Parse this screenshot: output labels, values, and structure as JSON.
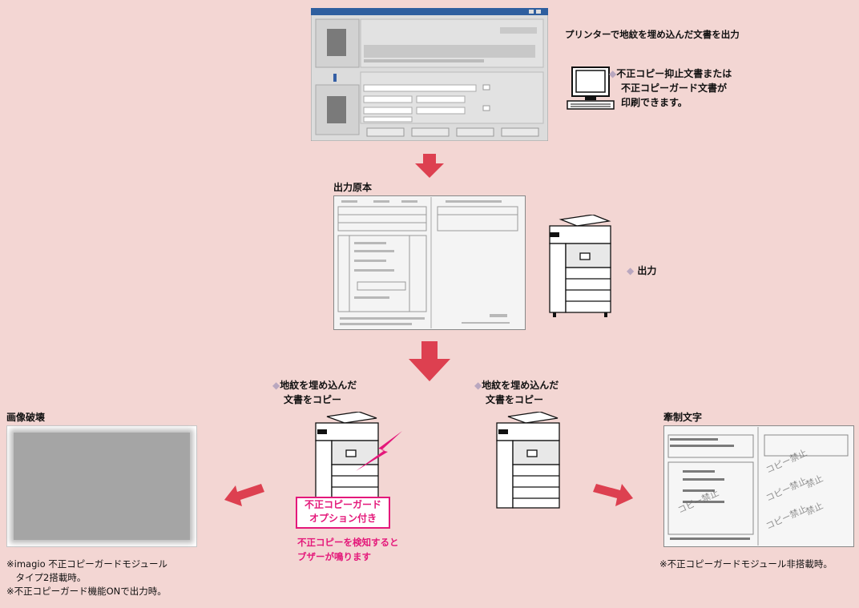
{
  "top": {
    "caption": "プリンターで地紋を埋め込んだ文書を出力",
    "note_lines": [
      "不正コピー抑止文書または",
      "不正コピーガード文書が",
      "印刷できます。"
    ]
  },
  "middle": {
    "label": "出力原本",
    "output_label": "出力"
  },
  "left_copy": {
    "lines": [
      "地紋を埋め込んだ",
      "文書をコピー"
    ]
  },
  "right_copy": {
    "lines": [
      "地紋を埋め込んだ",
      "文書をコピー"
    ]
  },
  "destroy": {
    "label": "画像破壊",
    "notes": [
      "※imagio 不正コピーガードモジュール",
      "　タイプ2搭載時。",
      "※不正コピーガード機能ONで出力時。"
    ]
  },
  "restrain": {
    "label": "牽制文字",
    "note": "※不正コピーガードモジュール非搭載時。"
  },
  "option": {
    "box_lines": [
      "不正コピーガード",
      "オプション付き"
    ],
    "alert_lines": [
      "不正コピーを検知すると",
      "ブザーが鳴ります"
    ]
  },
  "colors": {
    "background": "#f3d6d3",
    "arrow": "#dd4050",
    "accent": "#e4187a",
    "diamond": "#b9a7bf"
  },
  "icons": [
    "down-arrow-icon",
    "diamond-icon",
    "computer-icon",
    "copier-icon",
    "lightning-icon"
  ]
}
